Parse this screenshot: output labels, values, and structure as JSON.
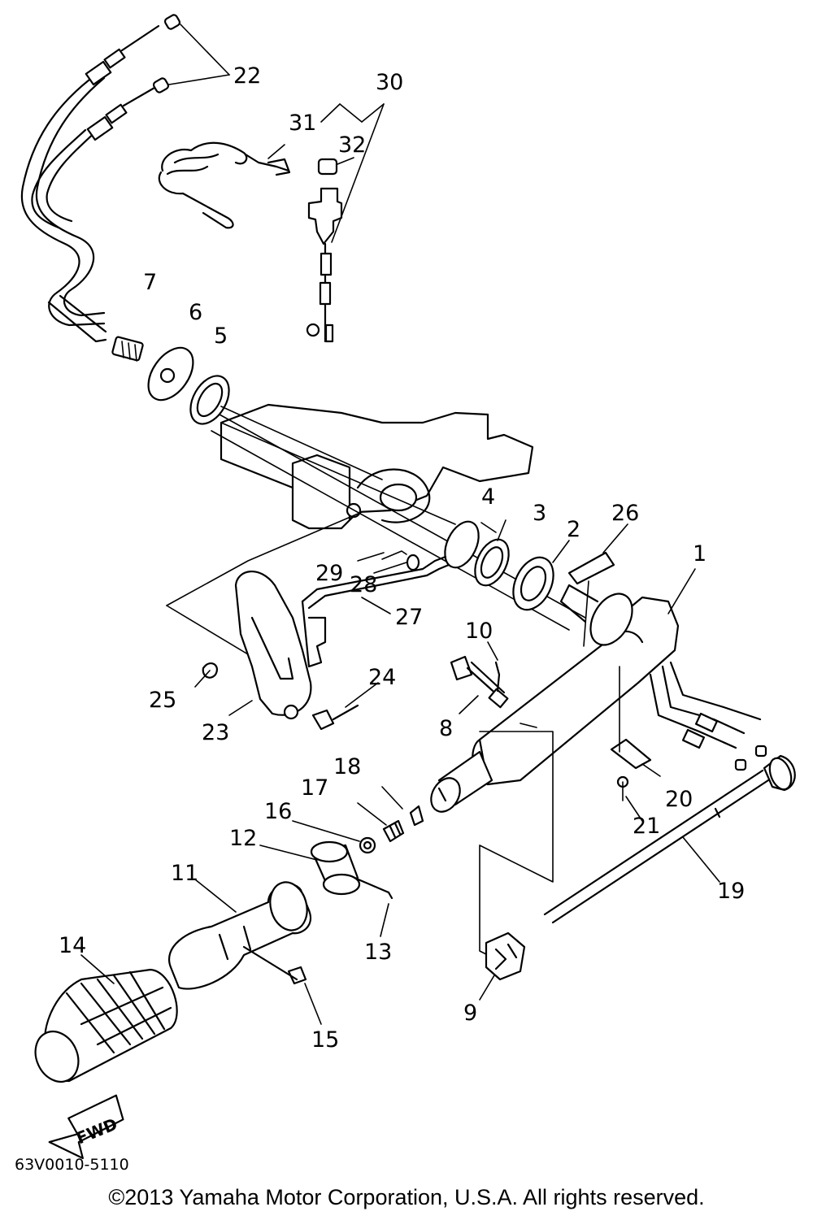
{
  "diagram": {
    "reference_code": "63V0010-5110",
    "copyright": "©2013 Yamaha Motor Corporation, U.S.A. All rights reserved.",
    "direction_label": "FWD",
    "callouts": {
      "c1": "1",
      "c2": "2",
      "c3": "3",
      "c4": "4",
      "c5": "5",
      "c6": "6",
      "c7": "7",
      "c8": "8",
      "c9": "9",
      "c10": "10",
      "c11": "11",
      "c12": "12",
      "c13": "13",
      "c14": "14",
      "c15": "15",
      "c16": "16",
      "c17": "17",
      "c18": "18",
      "c19": "19",
      "c20": "20",
      "c21": "21",
      "c22": "22",
      "c23": "23",
      "c24": "24",
      "c25": "25",
      "c26": "26",
      "c27": "27",
      "c28": "28",
      "c29": "29",
      "c30": "30",
      "c31": "31",
      "c32": "32"
    }
  }
}
